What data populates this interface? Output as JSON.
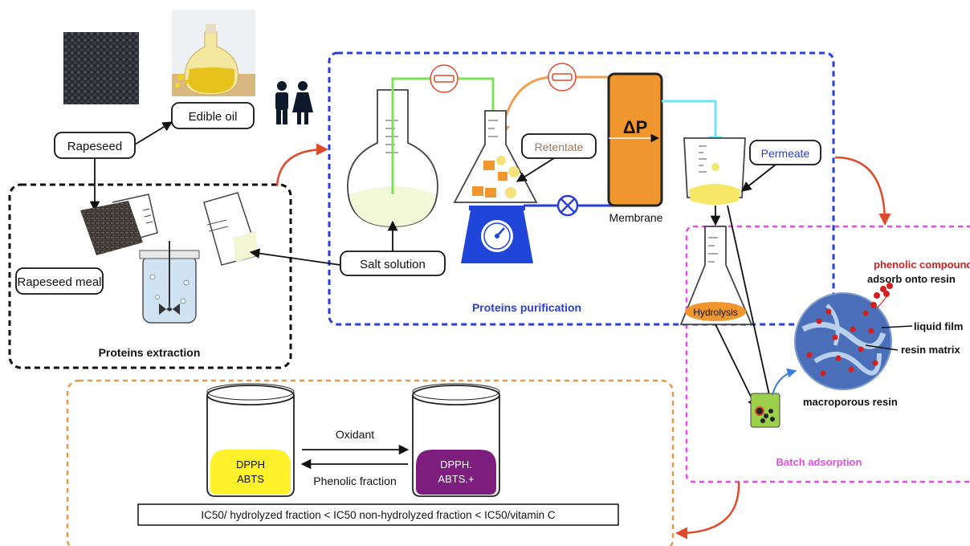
{
  "labels": {
    "rapeseed": "Rapeseed",
    "edible_oil": "Edible oil",
    "rapeseed_meal": "Rapeseed meal",
    "salt_solution": "Salt solution",
    "retentate": "Retentate",
    "membrane": "Membrane",
    "delta_p": "ΔP",
    "permeate": "Permeate",
    "hydrolysis": "Hydrolysis",
    "phenolic_compounds": "phenolic compounds",
    "adsorb_onto_resin": "adsorb onto resin",
    "liquid_film": "liquid film",
    "resin_matrix": "resin matrix",
    "macroporous_resin": "macroporous resin",
    "oxidant": "Oxidant",
    "phenolic_fraction": "Phenolic fraction",
    "dpph_abts_line1": "DPPH",
    "dpph_abts_line2": "ABTS",
    "dpph_rad_line1": "DPPH.",
    "dpph_rad_line2": "ABTS.+",
    "ic50_statement": "IC50/ hydrolyzed fraction < IC50 non-hydrolyzed fraction < IC50/vitamin C"
  },
  "sections": {
    "proteins_extraction": "Proteins extraction",
    "proteins_purification": "Proteins purification",
    "batch_adsorption": "Batch adsorption"
  },
  "colors": {
    "extraction_border": "#111111",
    "purification_border": "#2a3fd8",
    "adsorption_border": "#e24be6",
    "assay_border": "#e49a4a",
    "flow_arrow": "#e04a2c",
    "green_line": "#7ee05a",
    "orange_line": "#f0a050",
    "cyan_line": "#6de6f0",
    "blue_line": "#2a3fd8",
    "membrane": "#f0962e",
    "scale": "#1f46d8",
    "resin_blue": "#4a6fb8",
    "phenolic_red": "#d0211f",
    "dpph_yellow": "#fff12a",
    "radical_purple": "#7d1e7e",
    "permeate_text": "#2a3fd8",
    "retentate_text": "#9a7a5a"
  },
  "icons": [
    "people-icon",
    "scale-icon",
    "valve-icon",
    "pump-icon",
    "stirrer-icon",
    "oil-bottle-icon",
    "seeds-photo"
  ]
}
